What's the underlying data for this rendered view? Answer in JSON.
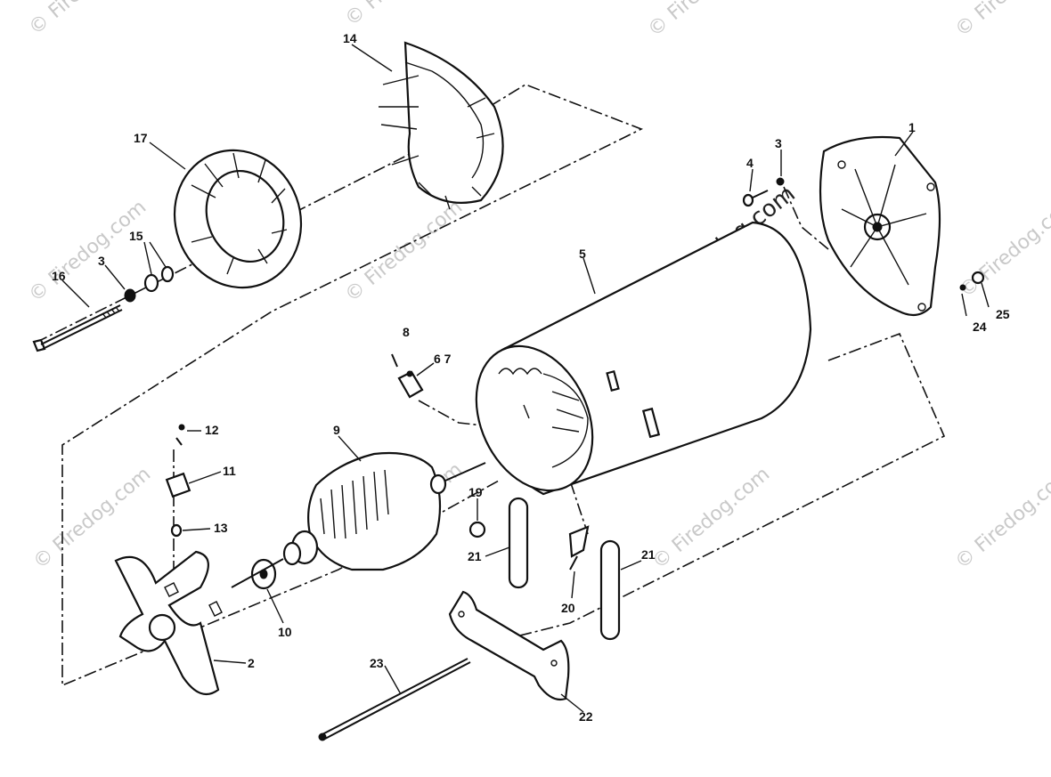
{
  "watermarks": {
    "symbol_text": "© Firedog.com",
    "main": "© Firedog.com"
  },
  "callouts": {
    "p1": "1",
    "p2": "2",
    "p3a": "3",
    "p3b": "3",
    "p4": "4",
    "p5": "5",
    "p67": "6 7",
    "p8": "8",
    "p9": "9",
    "p10": "10",
    "p11": "11",
    "p12": "12",
    "p13": "13",
    "p14": "14",
    "p15": "15",
    "p16": "16",
    "p17": "17",
    "p19": "19",
    "p20": "20",
    "p21a": "21",
    "p21b": "21",
    "p22": "22",
    "p23": "23",
    "p24": "24",
    "p25": "25"
  }
}
